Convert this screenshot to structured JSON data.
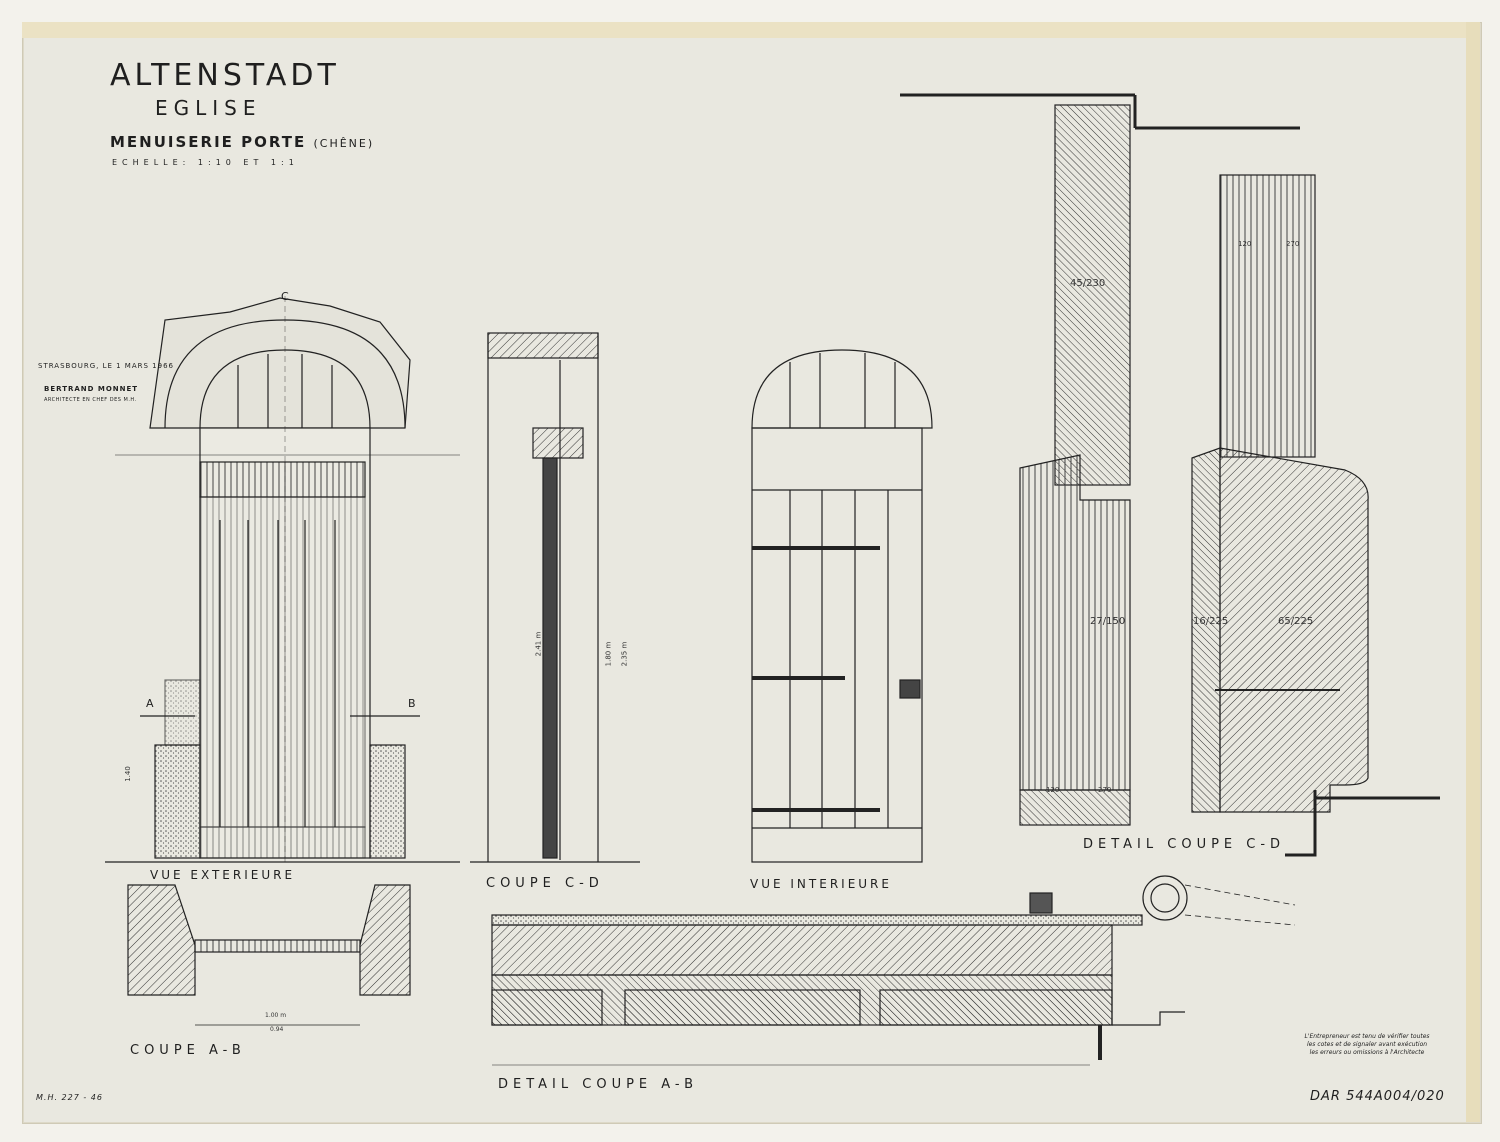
{
  "header": {
    "title": "ALTENSTADT",
    "subtitle": "EGLISE",
    "subject": "MENUISERIE PORTE",
    "subject_note": "(CHÊNE)",
    "scale": "ECHELLE: 1:10 ET 1:1"
  },
  "signature": {
    "place_date": "STRASBOURG, LE 1 MARS 1966",
    "architect": "BERTRAND MONNET",
    "title": "ARCHITECTE EN CHEF DES M.H."
  },
  "views": {
    "exterior": "VUE EXTERIEURE",
    "section_cd": "COUPE C-D",
    "interior": "VUE INTERIEURE",
    "section_ab": "COUPE A-B",
    "detail_cd": "DETAIL COUPE C-D",
    "detail_ab": "DETAIL COUPE A-B"
  },
  "section_marks": {
    "a": "A",
    "b": "B",
    "c": "C"
  },
  "dimensions": {
    "timber_1": "45/230",
    "timber_2": "27/150",
    "timber_3": "16/225",
    "timber_4": "65/225",
    "dim_120a": "120",
    "dim_270a": "270",
    "dim_120b": "120",
    "dim_270b": "270",
    "dim_241": "2.41 m",
    "dim_180": "1.80 m",
    "dim_235": "2.35 m",
    "dim_100": "1.00 m",
    "dim_094": "0.94",
    "dim_140": "1.40"
  },
  "note": "L'Entrepreneur est tenu de vérifier toutes les cotes et de signaler avant exécution les erreurs ou omissions à l'Architecte",
  "archive_ref": "DAR 544A004/020",
  "mh_ref": "M.H. 227 - 46",
  "colors": {
    "ink": "#1f1f1f",
    "paper": "#e9e8e0",
    "tape": "#ebe2c4"
  }
}
